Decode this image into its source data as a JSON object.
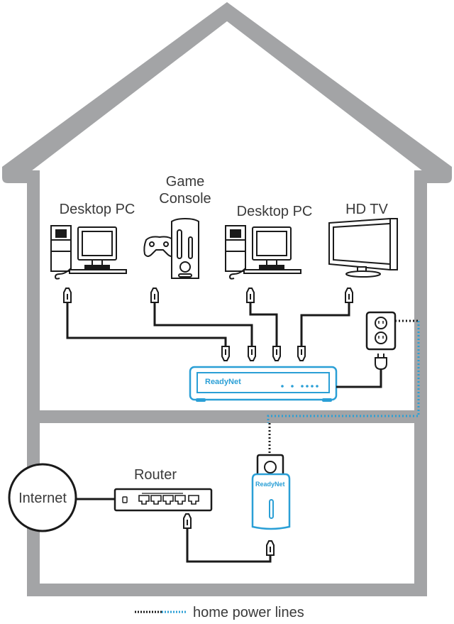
{
  "diagram": {
    "title": "Home powerline network diagram",
    "devices": {
      "desktop_pc_1": "Desktop PC",
      "game_console": "Game\nConsole",
      "game_console_line1": "Game",
      "game_console_line2": "Console",
      "desktop_pc_2": "Desktop PC",
      "hd_tv": "HD TV",
      "router": "Router",
      "internet": "Internet",
      "switch_brand": "ReadyNet",
      "adapter_brand": "ReadyNet"
    },
    "legend": {
      "label": "home power lines"
    },
    "colors": {
      "wall": "#a3a4a6",
      "cable": "#1a1a1a",
      "device_accent": "#2a9fd6",
      "power_line_dark": "#1a1a1a",
      "power_line_blue": "#2a9fd6"
    }
  }
}
